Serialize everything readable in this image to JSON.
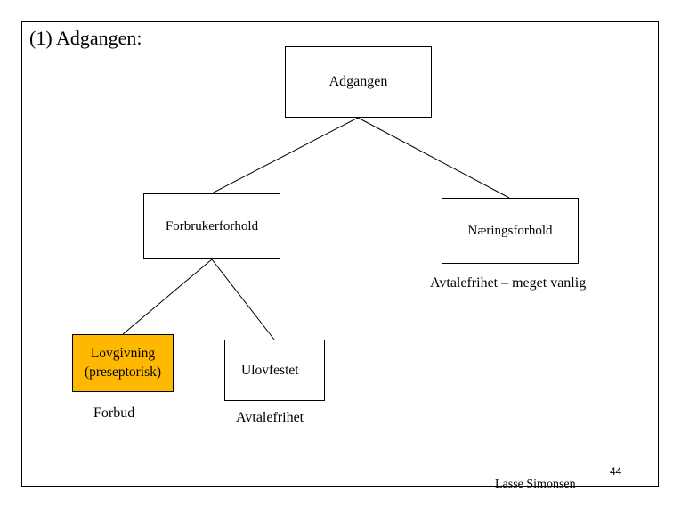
{
  "slide": {
    "title": "(1) Adgangen:",
    "author": "Lasse Simonsen",
    "number": "44"
  },
  "tree": {
    "root": {
      "label": "Adgangen"
    },
    "consumer": {
      "label": "Forbrukerforhold"
    },
    "business": {
      "label": "Næringsforhold",
      "note": "Avtalefrihet – meget vanlig"
    },
    "legislation": {
      "label_line1": "Lovgivning",
      "label_line2": "(preseptorisk)",
      "note": "Forbud"
    },
    "unregulated": {
      "label": "Ulovfestet",
      "note": "Avtalefrihet"
    }
  },
  "colors": {
    "highlight": "#ffb800",
    "line": "#000000"
  }
}
